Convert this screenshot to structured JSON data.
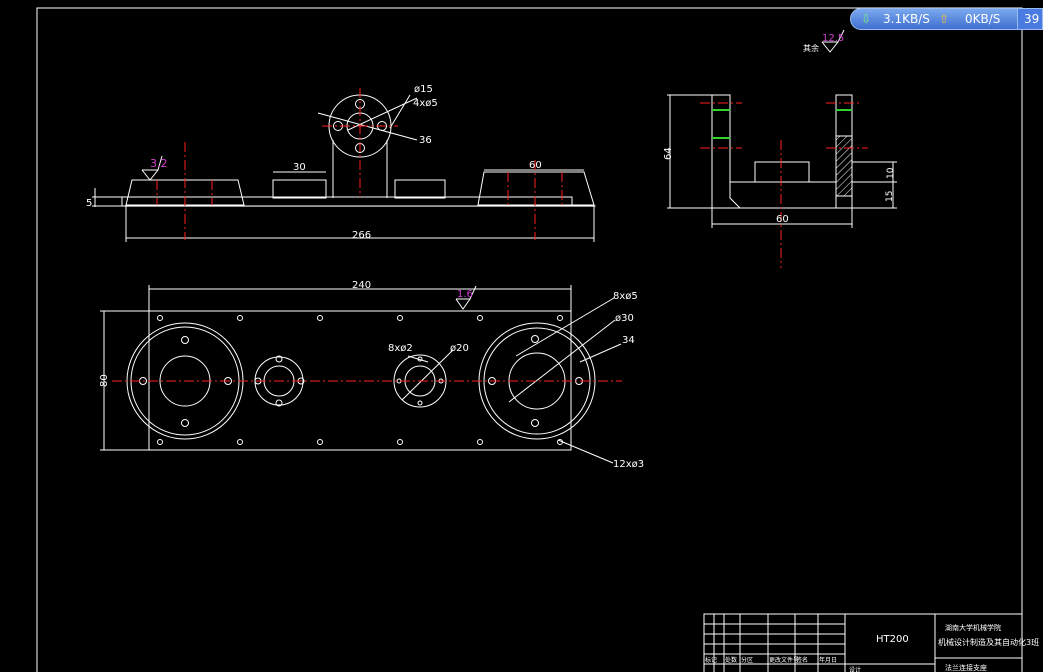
{
  "network_widget": {
    "download_icon": "arrow-down-icon",
    "download_speed": "3.1KB/S",
    "upload_icon": "arrow-up-icon",
    "upload_speed": "0KB/S",
    "extra": "39"
  },
  "front_view": {
    "roughness": "3.2",
    "hole_dia": "ø15",
    "holes": "4xø5",
    "radius_dim": "36",
    "dim_left_block": "30",
    "dim_right_block": "60",
    "dim_thickness": "5",
    "dim_total_length": "266"
  },
  "side_view": {
    "roughness": "12.5",
    "roughness_note": "其余",
    "dim_height": "64",
    "dim_width": "60",
    "dim_10": "10",
    "dim_15": "15"
  },
  "top_view": {
    "dim_length": "240",
    "dim_height": "80",
    "roughness": "1.6",
    "holes_8x5": "8xø5",
    "dia_30": "ø30",
    "dim_34": "34",
    "holes_8x2": "8xø2",
    "dia_20": "ø20",
    "holes_12x3": "12xø3"
  },
  "title_block": {
    "material": "HT200",
    "school": "湖南大学机械学院",
    "course": "机械设计制造及其自动化3班",
    "part_name": "法兰连接支座",
    "col_labels": [
      "标记",
      "处数",
      "分区",
      "更改文件号",
      "签名",
      "年月日"
    ],
    "small_label": "设计"
  },
  "colors": {
    "line": "#ffffff",
    "center": "#ff2020",
    "roughness": "#d040d0",
    "accent": "#30d030"
  }
}
